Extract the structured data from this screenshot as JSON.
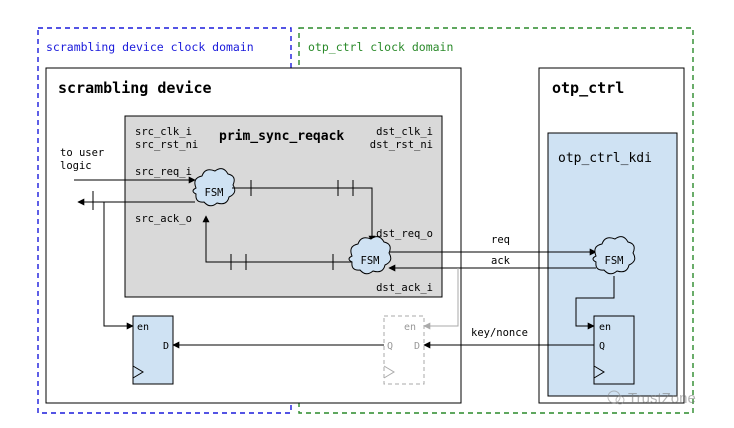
{
  "domains": {
    "scrambling": {
      "label": "scrambling device clock domain",
      "color": "#1a1adb"
    },
    "otp": {
      "label": "otp_ctrl clock domain",
      "color": "#2a8a2a"
    }
  },
  "blocks": {
    "scrambling_device": {
      "title": "scrambling device"
    },
    "otp_ctrl": {
      "title": "otp_ctrl"
    },
    "otp_ctrl_kdi": {
      "title": "otp_ctrl_kdi",
      "fill": "#cfe2f3"
    },
    "prim_sync_reqack": {
      "title": "prim_sync_reqack",
      "fill": "#d9d9d9"
    }
  },
  "signals": {
    "src_clk_i": "src_clk_i",
    "src_rst_ni": "src_rst_ni",
    "dst_clk_i": "dst_clk_i",
    "dst_rst_ni": "dst_rst_ni",
    "src_req_i": "src_req_i",
    "src_ack_o": "src_ack_o",
    "dst_req_o": "dst_req_o",
    "dst_ack_i": "dst_ack_i",
    "to_user_logic_line1": "to user",
    "to_user_logic_line2": "logic",
    "req": "req",
    "ack": "ack",
    "key_nonce": "key/nonce"
  },
  "fsm_label": "FSM",
  "flop": {
    "en": "en",
    "d": "D",
    "q": "Q"
  },
  "watermark": "TrustZone"
}
